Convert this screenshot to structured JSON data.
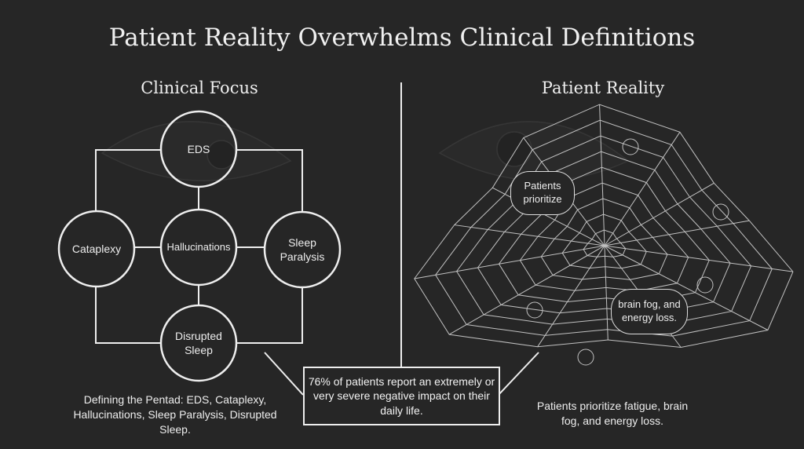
{
  "title": "Patient Reality Overwhelms Clinical Definitions",
  "left": {
    "heading": "Clinical Focus",
    "nodes": {
      "eds": "EDS",
      "cataplexy": "Cataplexy",
      "hallucinations": "Hallucinations",
      "sleep_paralysis": "Sleep Paralysis",
      "disrupted_sleep": "Disrupted Sleep"
    },
    "caption": "Defining the Pentad: EDS, Cataplexy, Hallucinations, Sleep Paralysis, Disrupted Sleep."
  },
  "right": {
    "heading": "Patient Reality",
    "bubble_1": "Patients prioritize",
    "bubble_2": "brain fog, and energy loss.",
    "caption": "Patients prioritize fatigue, brain fog, and energy loss."
  },
  "center_box": "76% of patients report an extremely or very severe negative impact on their daily life."
}
